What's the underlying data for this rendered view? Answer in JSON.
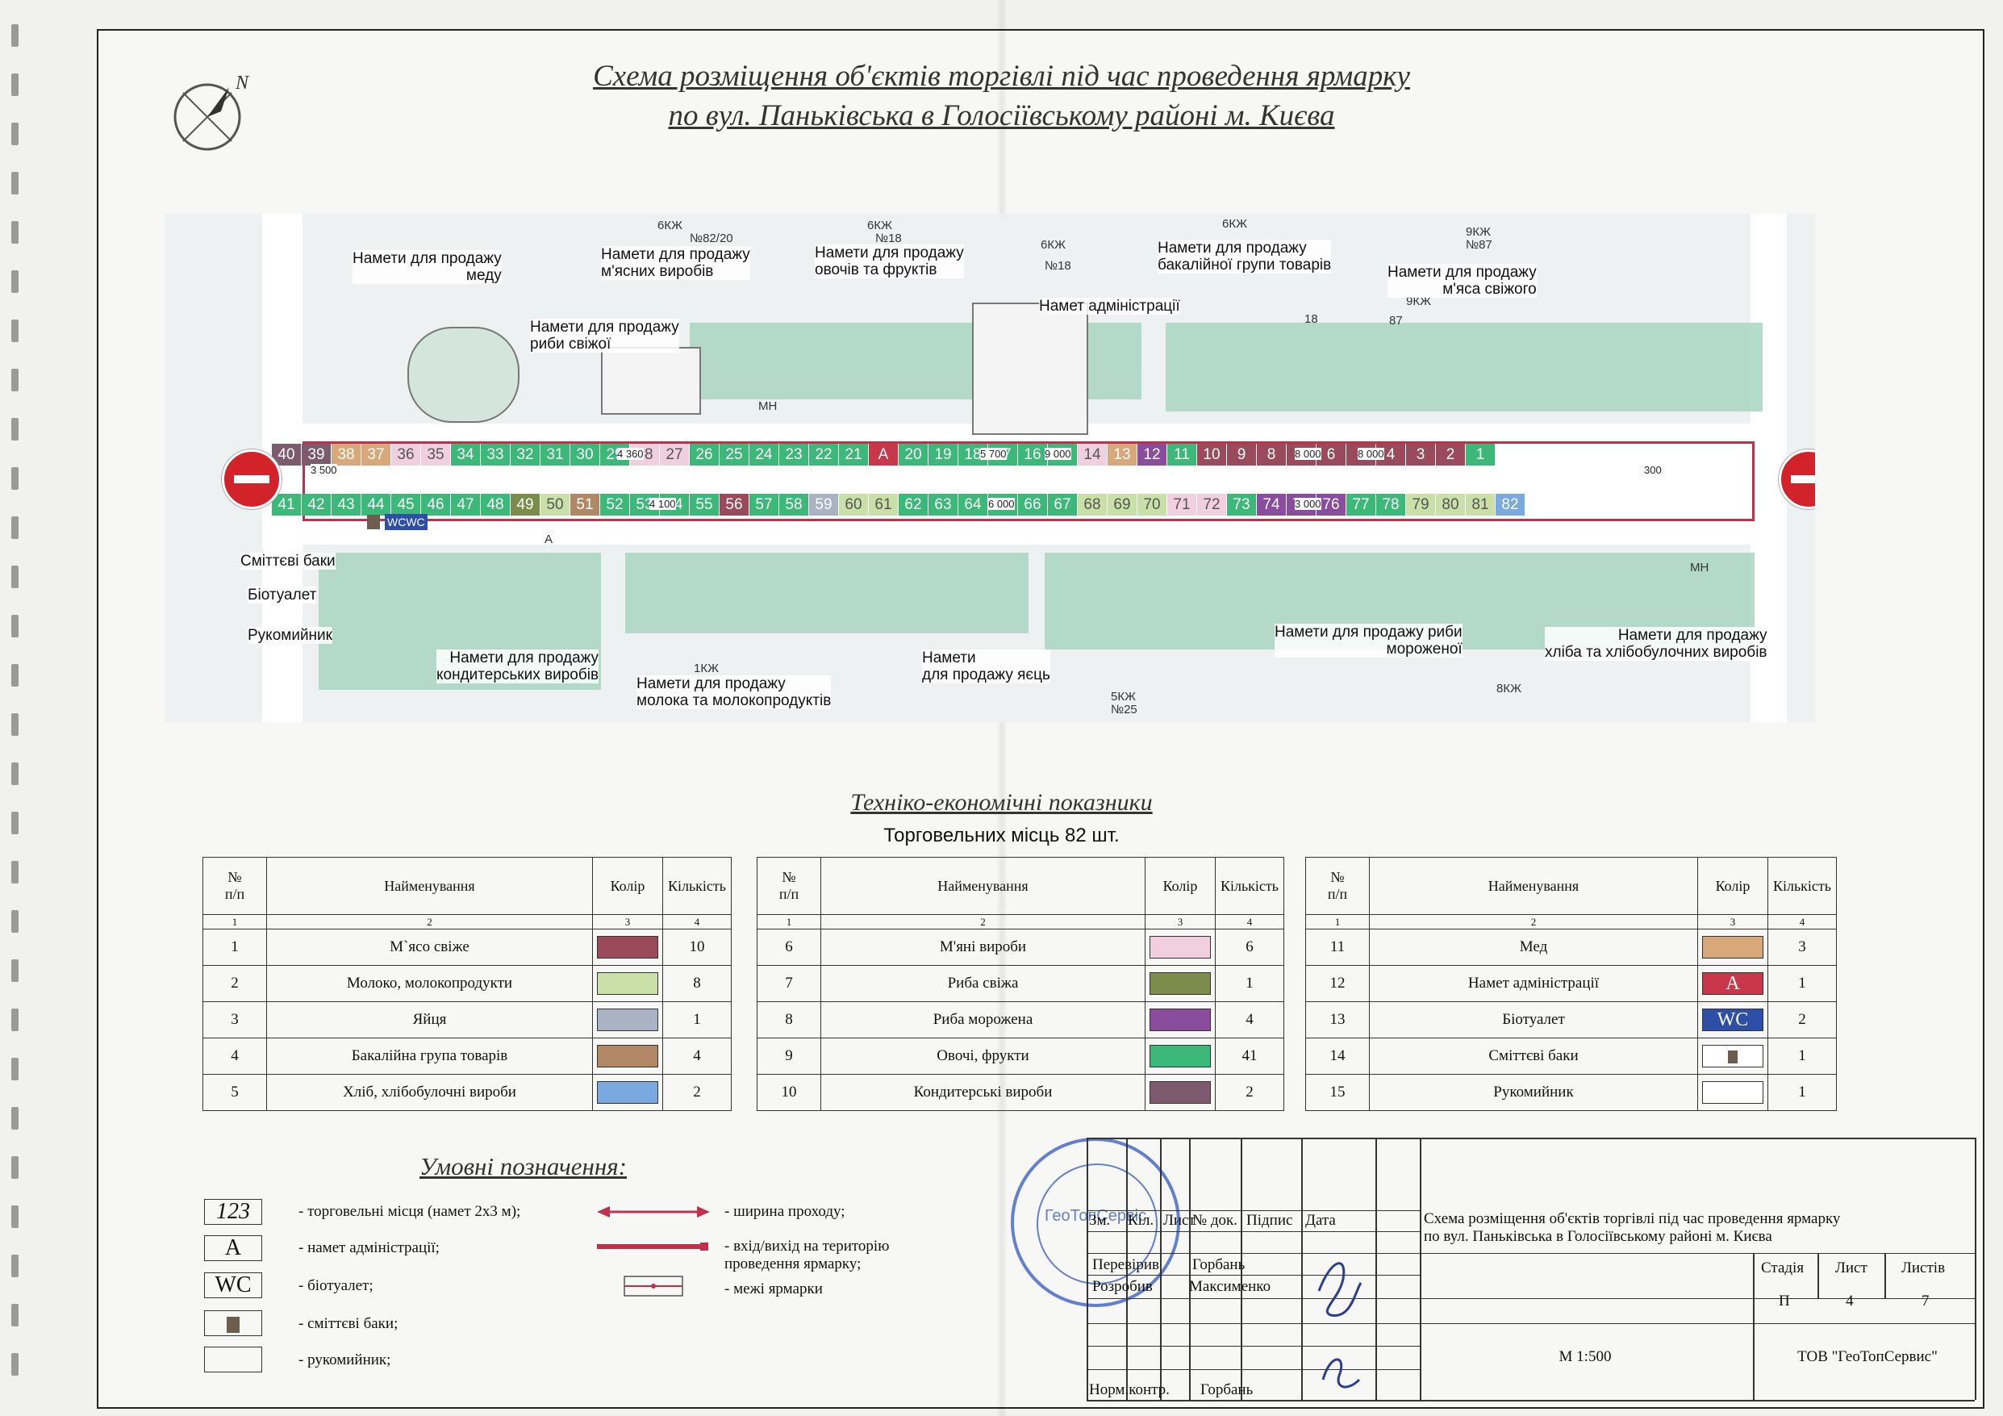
{
  "title": {
    "line1": "Схема розміщення об'єктів торгівлі під час проведення ярмарку",
    "line2": "по вул. Паньківська в Голосіївському районі м. Києва"
  },
  "compass_letter": "N",
  "map": {
    "labels": {
      "honey": "Намети для продажу\nмеду",
      "meat_products": "Намети для продажу\nм'ясних виробів",
      "vegetables": "Намети для продажу\nовочів та фруктів",
      "admin": "Намет адміністрації",
      "grocery": "Намети для продажу\nбакалійної групи товарів",
      "fresh_meat": "Намети для продажу\nм'яса свіжого",
      "fresh_fish": "Намети для продажу\nриби свіжої",
      "bins": "Сміттєві баки",
      "toilet": "Біотуалет",
      "washstand": "Рукомийник",
      "confectionery": "Намети для продажу\nкондитерських виробів",
      "milk": "Намети для продажу\nмолока та молокопродуктів",
      "eggs": "Намети\nдля продажу яєць",
      "frozen_fish": "Намети для продажу риби\nмороженої",
      "bread": "Намети для продажу\nхліба та хлібобулочних виробів"
    },
    "small": [
      "6КЖ",
      "№82/20",
      "6КЖ",
      "№18",
      "6КЖ",
      "№18",
      "6КЖ",
      "9КЖ",
      "№87",
      "9КЖ",
      "5КЖ",
      "№25",
      "8КЖ",
      "МН",
      "МН",
      "18",
      "87",
      "A",
      "1КЖ"
    ],
    "dims": [
      "4 360",
      "5 700",
      "9 000",
      "8 000",
      "3 500",
      "4 100",
      "6 000",
      "3 000",
      "300"
    ],
    "top_row": [
      "40",
      "39",
      "38",
      "37",
      "36",
      "35",
      "34",
      "33",
      "32",
      "31",
      "30",
      "29",
      "28",
      "27",
      "26",
      "25",
      "24",
      "23",
      "22",
      "21",
      "A",
      "20",
      "19",
      "18",
      "17",
      "16",
      "15",
      "14",
      "13",
      "12",
      "11",
      "10",
      "9",
      "8",
      "7",
      "6",
      "5",
      "4",
      "3",
      "2",
      "1"
    ],
    "bottom_row": [
      "41",
      "42",
      "43",
      "44",
      "45",
      "46",
      "47",
      "48",
      "49",
      "50",
      "51",
      "52",
      "53",
      "54",
      "55",
      "56",
      "57",
      "58",
      "59",
      "60",
      "61",
      "62",
      "63",
      "64",
      "65",
      "66",
      "67",
      "68",
      "69",
      "70",
      "71",
      "72",
      "73",
      "74",
      "75",
      "76",
      "77",
      "78",
      "79",
      "80",
      "81",
      "82"
    ],
    "toilet_marks": [
      "WC",
      "WC"
    ]
  },
  "tep": {
    "heading": "Техніко-економічні показники",
    "subtitle": "Торговельних місць 82 шт.",
    "headers": [
      "№\nп/п",
      "Найменування",
      "Колір",
      "Кількість"
    ],
    "index_row": [
      "1",
      "2",
      "3",
      "4"
    ],
    "table1": [
      {
        "n": "1",
        "name": "М`ясо свіже",
        "color": "#9b4a5c",
        "qty": "10"
      },
      {
        "n": "2",
        "name": "Молоко, молокопродукти",
        "color": "#c9e0a8",
        "qty": "8"
      },
      {
        "n": "3",
        "name": "Яйця",
        "color": "#aab3c4",
        "qty": "1"
      },
      {
        "n": "4",
        "name": "Бакалійна група товарів",
        "color": "#b08866",
        "qty": "4"
      },
      {
        "n": "5",
        "name": "Хліб, хлібобулочні вироби",
        "color": "#7aa9e0",
        "qty": "2"
      }
    ],
    "table2": [
      {
        "n": "6",
        "name": "М'яні вироби",
        "color": "#f0d0de",
        "qty": "6"
      },
      {
        "n": "7",
        "name": "Риба свіжа",
        "color": "#7c8c4a",
        "qty": "1"
      },
      {
        "n": "8",
        "name": "Риба морожена",
        "color": "#8a4c9c",
        "qty": "4"
      },
      {
        "n": "9",
        "name": "Овочі, фрукти",
        "color": "#3cb878",
        "qty": "41"
      },
      {
        "n": "10",
        "name": "Кондитерські вироби",
        "color": "#7d5a6e",
        "qty": "2"
      }
    ],
    "table3": [
      {
        "n": "11",
        "name": "Мед",
        "color": "#d9a87a",
        "qty": "3",
        "mark": ""
      },
      {
        "n": "12",
        "name": "Намет адміністрації",
        "color": "#c8384a",
        "qty": "1",
        "mark": "A"
      },
      {
        "n": "13",
        "name": "Біотуалет",
        "color": "#2e4fa8",
        "qty": "2",
        "mark": "WC"
      },
      {
        "n": "14",
        "name": "Сміттєві баки",
        "color": "#ffffff",
        "qty": "1",
        "mark": ""
      },
      {
        "n": "15",
        "name": "Рукомийник",
        "color": "#ffffff",
        "qty": "1",
        "mark": ""
      }
    ]
  },
  "legend": {
    "heading": "Умовні позначення:",
    "items": [
      {
        "symbol": "123",
        "text": "- торговельні місця (намет 2х3 м);"
      },
      {
        "symbol": "A",
        "text": "- намет адміністрації;"
      },
      {
        "symbol": "WC",
        "text": "- біотуалет;"
      },
      {
        "symbol": "",
        "text": "- сміттєві баки;"
      },
      {
        "symbol": "",
        "text": "- рукомийник;"
      }
    ],
    "right": [
      "- ширина проходу;",
      "- вхід/вихід на територію\nпроведення ярмарку;",
      "- межі ярмарки"
    ]
  },
  "stamp": {
    "text": "ГеоТопСервіс"
  },
  "title_block": {
    "cols": [
      "Зм.",
      "Кіл.",
      "Лист",
      "№ док.",
      "Підпис",
      "Дата"
    ],
    "description": "Схема розміщення об'єктів торгівлі під час проведення ярмарку\nпо вул. Паньківська в Голосіївському районі м. Києва",
    "checked_label": "Перевірив",
    "checked_name": "Горбань",
    "developed_label": "Розробив",
    "developed_name": "Максименко",
    "norm_label": "Норм.контр.",
    "norm_name": "Горбань",
    "stage_label": "Стадія",
    "sheet_label": "Лист",
    "sheets_label": "Листів",
    "stage": "П",
    "sheet": "4",
    "sheets": "7",
    "scale": "М 1:500",
    "company": "ТОВ \"ГеоТопСервис\""
  }
}
